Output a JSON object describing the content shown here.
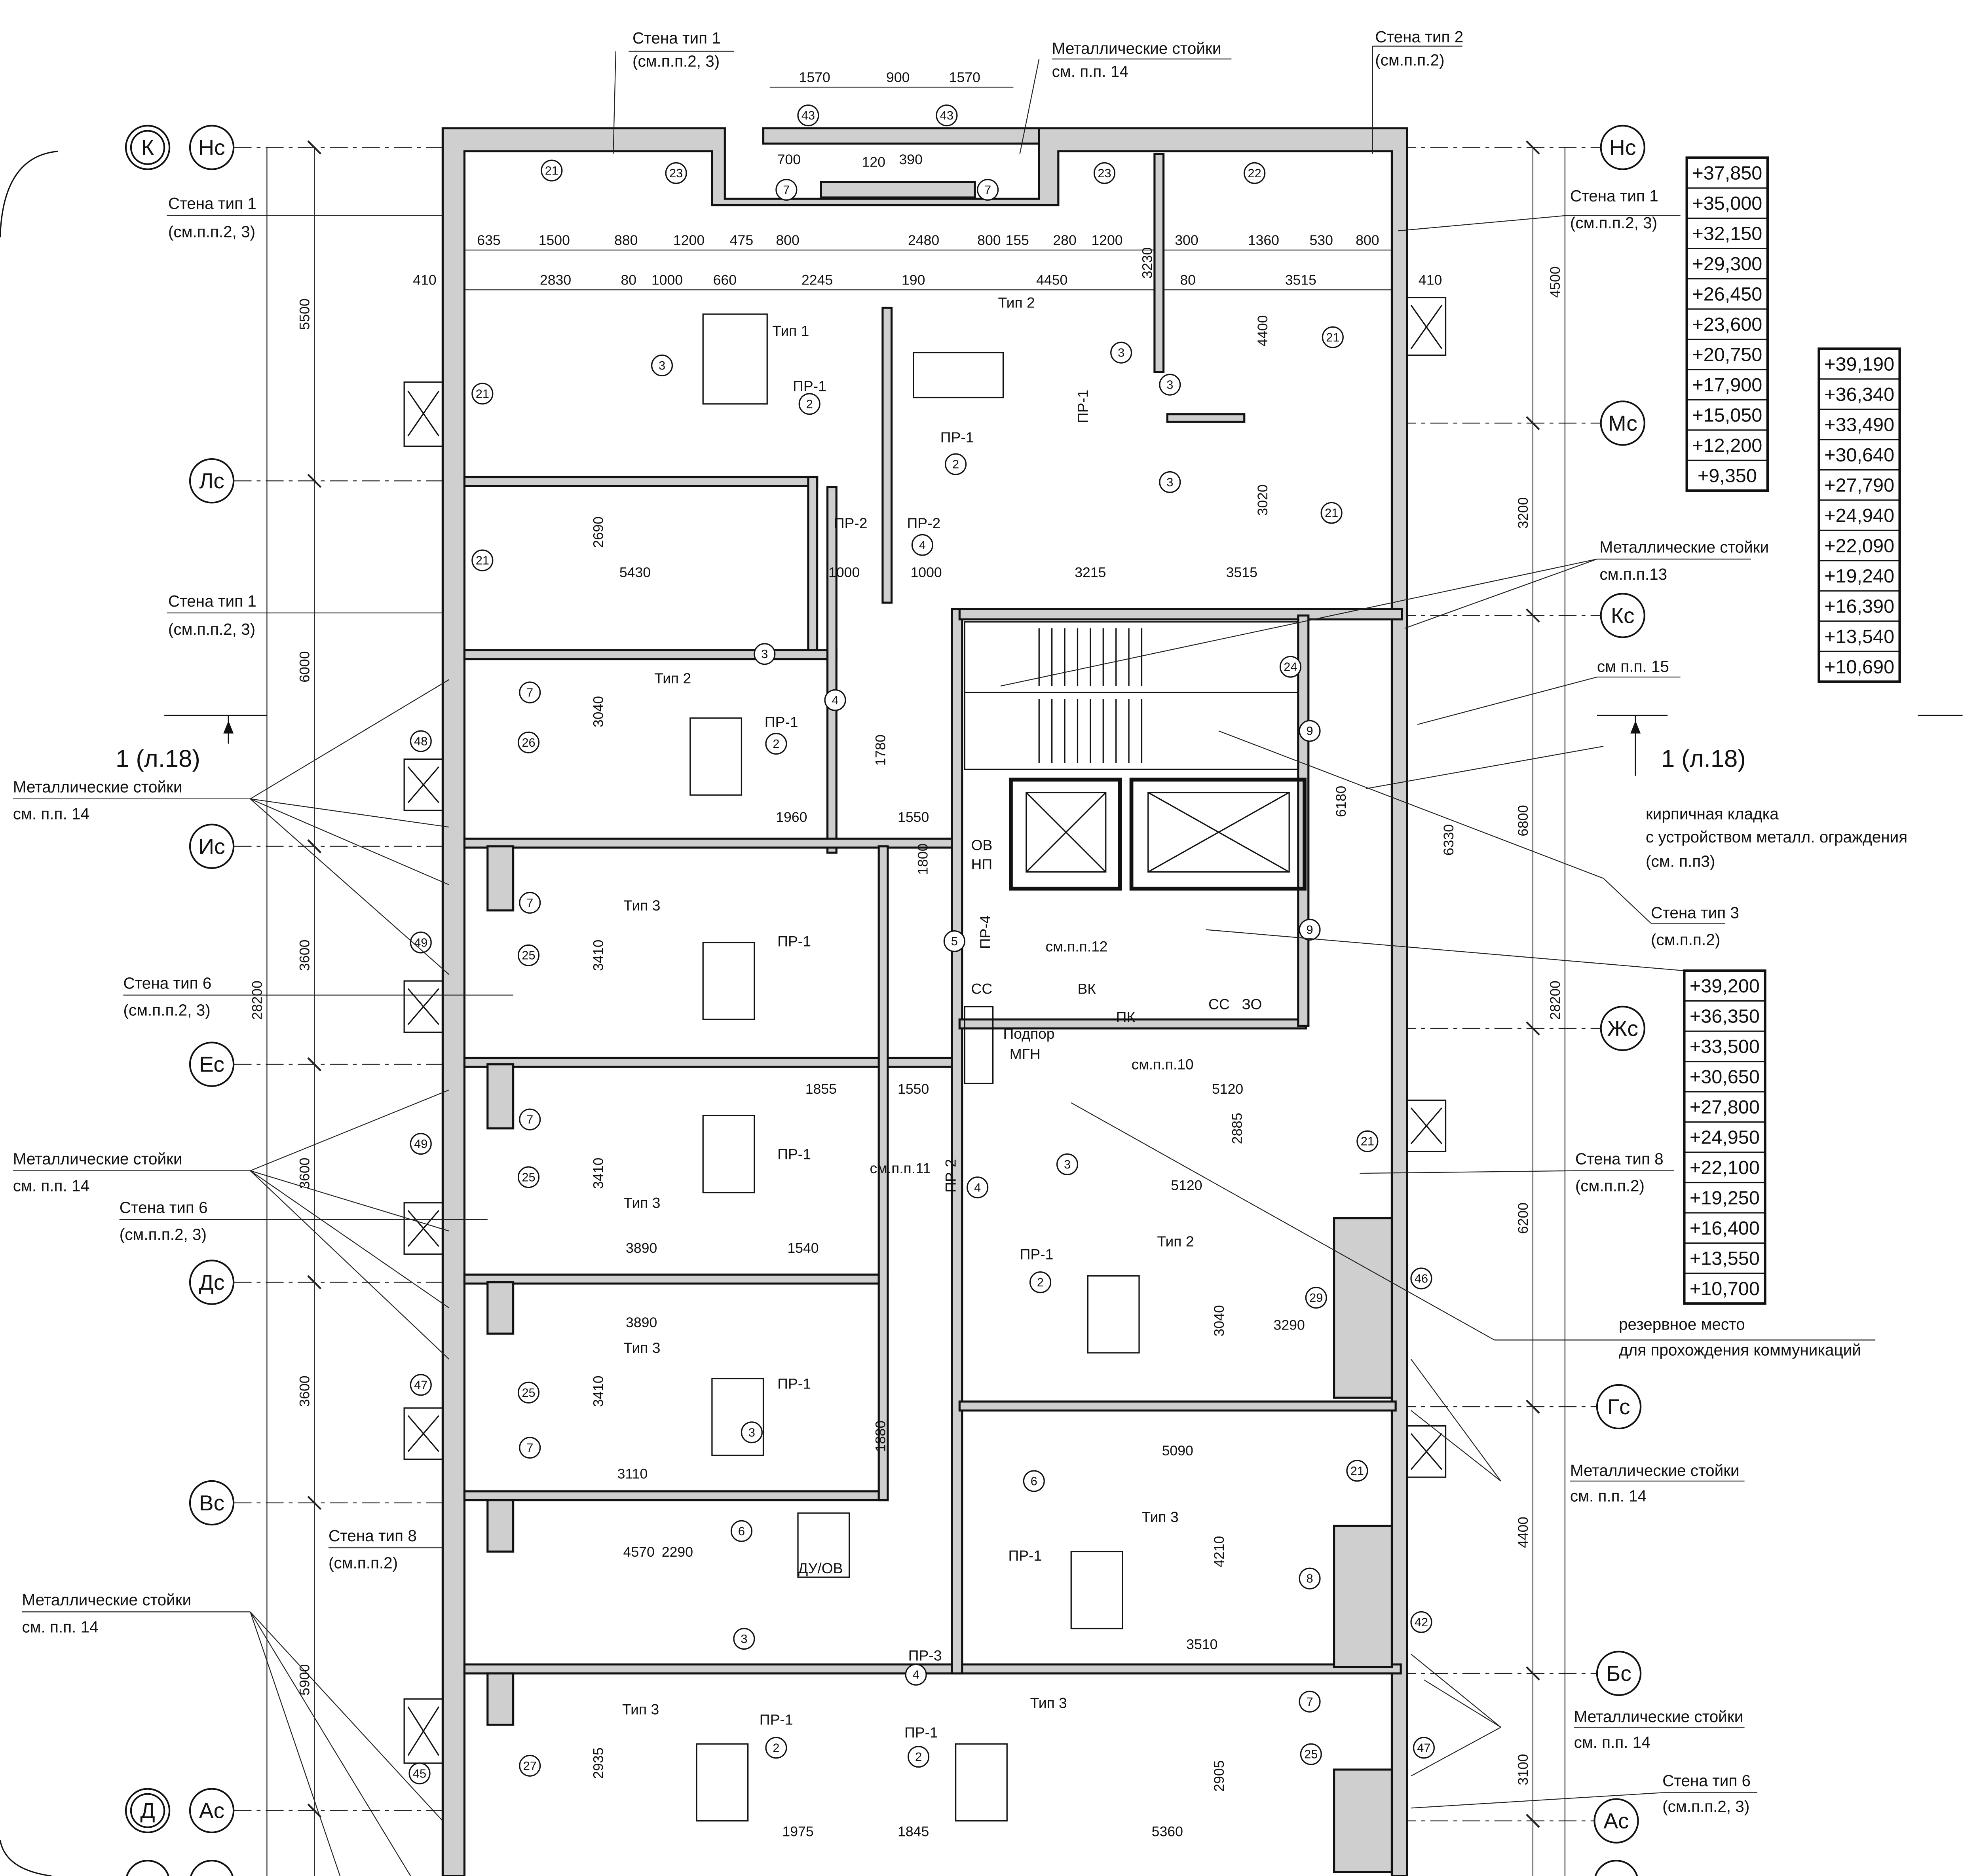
{
  "axes_left": [
    "К",
    "Нс",
    "Лс",
    "Ис",
    "Ес",
    "Дс",
    "Вс",
    "Д",
    "Ас"
  ],
  "axes_right": [
    "Нс",
    "Мс",
    "Кс",
    "Жс",
    "Гс",
    "Бс",
    "Ас"
  ],
  "notes": [
    {
      "title": "Стена тип 1",
      "ref": "(см.п.п.2, 3)"
    },
    {
      "title": "Металлические стойки",
      "ref": "см. п.п. 14"
    },
    {
      "title": "Стена тип 2",
      "ref": "(см.п.п.2)"
    },
    {
      "title": "Стена тип 1",
      "ref": "(см.п.п.2, 3)"
    },
    {
      "title": "Стена тип 1",
      "ref": "(см.п.п.2, 3)"
    },
    {
      "title": "Металлические стойки",
      "ref": "см. п.п. 14"
    },
    {
      "title": "Стена тип 6",
      "ref": "(см.п.п.2, 3)"
    },
    {
      "title": "Металлические стойки",
      "ref": "см. п.п. 14"
    },
    {
      "title": "Стена тип 6",
      "ref": "(см.п.п.2, 3)"
    },
    {
      "title": "Стена тип 8",
      "ref": "(см.п.п.2)"
    },
    {
      "title": "Металлические стойки",
      "ref": "см. п.п. 14"
    },
    {
      "title": "Стена тип 1",
      "ref": "(см.п.п.2, 3)"
    },
    {
      "title": "Металлические стойки",
      "ref": "см.п.п.13"
    },
    {
      "title": "см п.п. 15",
      "ref": ""
    },
    {
      "title": "кирпичная кладка",
      "ref": "с устройством металл. ограждения",
      "ref2": "(см. п.п3)"
    },
    {
      "title": "Стена тип 3",
      "ref": "(см.п.п.2)"
    },
    {
      "title": "Стена тип 8",
      "ref": "(см.п.п.2)"
    },
    {
      "title": "резервное место",
      "ref": "для прохождения коммуникаций"
    },
    {
      "title": "Металлические стойки",
      "ref": "см. п.п. 14"
    },
    {
      "title": "Металлические стойки",
      "ref": "см. п.п. 14"
    },
    {
      "title": "Стена тип 6",
      "ref": "(см.п.п.2, 3)"
    }
  ],
  "section_marks": [
    "1 (л.18)",
    "1 (л.18)"
  ],
  "elevation_tables": [
    [
      "+37,850",
      "+35,000",
      "+32,150",
      "+29,300",
      "+26,450",
      "+23,600",
      "+20,750",
      "+17,900",
      "+15,050",
      "+12,200",
      "+9,350"
    ],
    [
      "+39,190",
      "+36,340",
      "+33,490",
      "+30,640",
      "+27,790",
      "+24,940",
      "+22,090",
      "+19,240",
      "+16,390",
      "+13,540",
      "+10,690"
    ],
    [
      "+39,200",
      "+36,350",
      "+33,500",
      "+30,650",
      "+27,800",
      "+24,950",
      "+22,100",
      "+19,250",
      "+16,400",
      "+13,550",
      "+10,700"
    ]
  ],
  "dims_left": [
    "5500",
    "6000",
    "3600",
    "3600",
    "3600",
    "5900",
    "28200"
  ],
  "dims_right": [
    "4500",
    "3200",
    "6800",
    "28200",
    "6200",
    "4400",
    "3100"
  ],
  "dims_top": [
    "1570",
    "900",
    "1570",
    "700",
    "120",
    "390"
  ],
  "dims_row1": [
    "635",
    "1500",
    "880",
    "1200",
    "475",
    "800",
    "2480",
    "800",
    "155",
    "280",
    "1200",
    "300",
    "1360",
    "530",
    "800"
  ],
  "dims_row2": [
    "410",
    "2830",
    "80",
    "1000",
    "660",
    "2245",
    "190",
    "4450",
    "3230",
    "80",
    "3515",
    "410"
  ],
  "dims_misc": [
    "5430",
    "3215",
    "3515",
    "1000",
    "1000",
    "3040",
    "3410",
    "3410",
    "3410",
    "2690",
    "2935",
    "5120",
    "5120",
    "3290",
    "5090",
    "4570",
    "3510",
    "5360",
    "1960",
    "1855",
    "1540",
    "3890",
    "3890",
    "3110",
    "1975",
    "1845",
    "1550",
    "1550",
    "2290",
    "1800",
    "1780",
    "1880",
    "6180",
    "6330",
    "2885",
    "3040",
    "4210",
    "2905",
    "3020",
    "4400"
  ],
  "room_labels": [
    "ПР-1",
    "ПР-1",
    "ПР-2",
    "ПР-2",
    "ПР-1",
    "ПР-1",
    "ПР-1",
    "ПР-1",
    "ПР-1",
    "ПР-1",
    "ПР-1",
    "ПР-2",
    "ПР-4",
    "ПР-3",
    "ПР-1",
    "ПР-1"
  ],
  "equipment_labels": [
    "Тип 1",
    "Тип 2",
    "Тип 2",
    "Тип 3",
    "Тип 3",
    "Тип 2",
    "Тип 3",
    "Тип 3",
    "Тип 3",
    "Тип 3",
    "ОВ",
    "НП",
    "СС",
    "ВК",
    "СС",
    "ЗО",
    "Подпор",
    "МГН",
    "ПК",
    "ДУ/ОВ",
    "см.п.п.10",
    "см.п.п.12",
    "см.п.п.11"
  ],
  "room_marks": [
    "21",
    "23",
    "23",
    "22",
    "7",
    "7",
    "43",
    "43",
    "21",
    "21",
    "3",
    "2",
    "2",
    "3",
    "3",
    "3",
    "21",
    "21",
    "3",
    "2",
    "7",
    "26",
    "48",
    "24",
    "9",
    "9",
    "7",
    "25",
    "49",
    "5",
    "7",
    "25",
    "49",
    "4",
    "3",
    "2",
    "7",
    "29",
    "46",
    "21",
    "25",
    "47",
    "6",
    "6",
    "21",
    "8",
    "42",
    "7",
    "25",
    "47",
    "27",
    "45",
    "2",
    "2",
    "4",
    "4",
    "4",
    "3",
    "3"
  ]
}
